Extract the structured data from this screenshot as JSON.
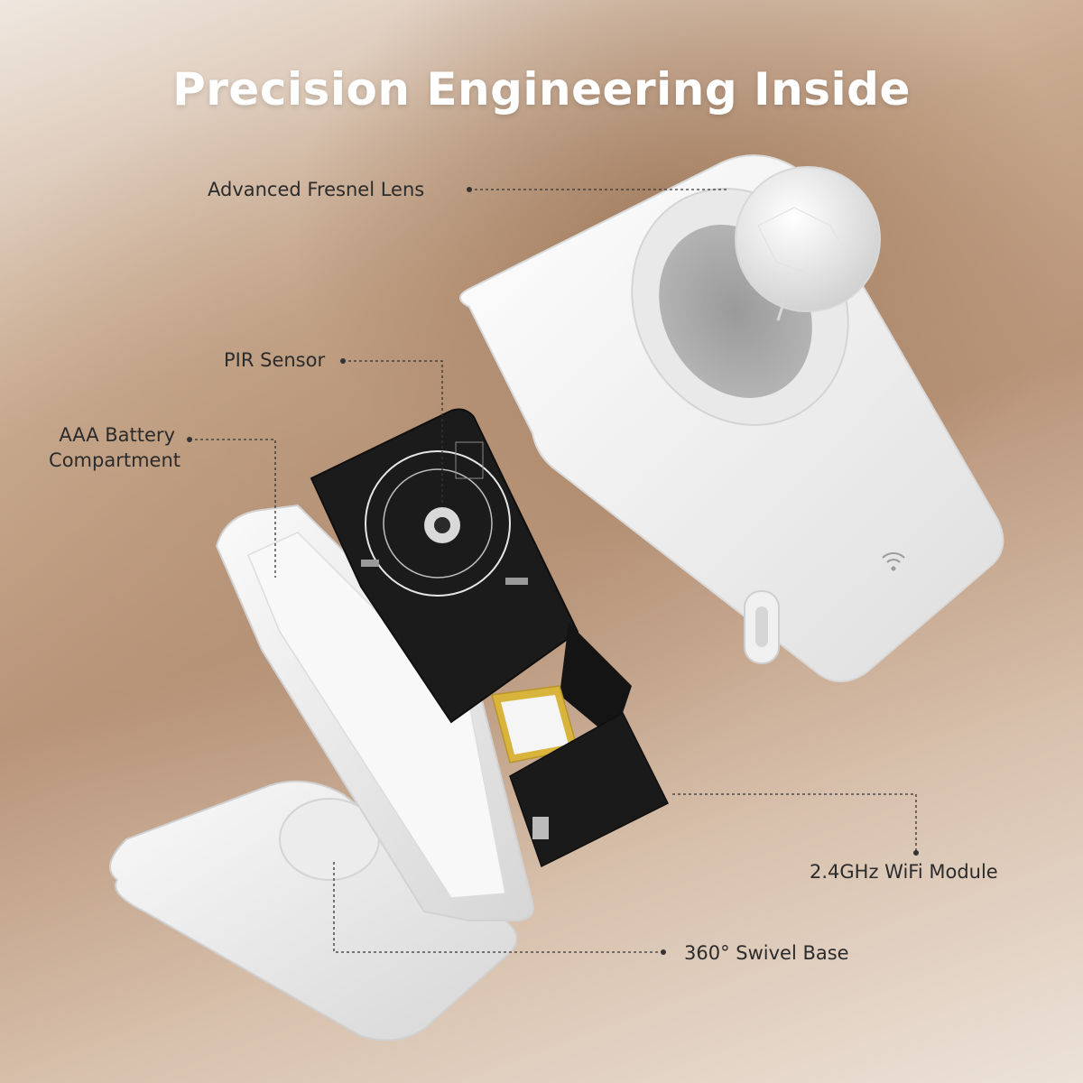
{
  "title": "Precision Engineering Inside",
  "labels": {
    "fresnel_lens": "Advanced Fresnel Lens",
    "pir_sensor": "PIR Sensor",
    "battery_line1": "AAA Battery",
    "battery_line2": "Compartment",
    "wifi_module": "2.4GHz WiFi Module",
    "swivel_base": "360° Swivel Base"
  },
  "colors": {
    "device_white": "#f4f4f4",
    "pcb_black": "#1a1a1a",
    "label_text": "#2b2b2b",
    "title_text": "#ffffff",
    "chip_gold": "#d9b43c"
  },
  "icons": {
    "wifi": "wifi-icon"
  }
}
